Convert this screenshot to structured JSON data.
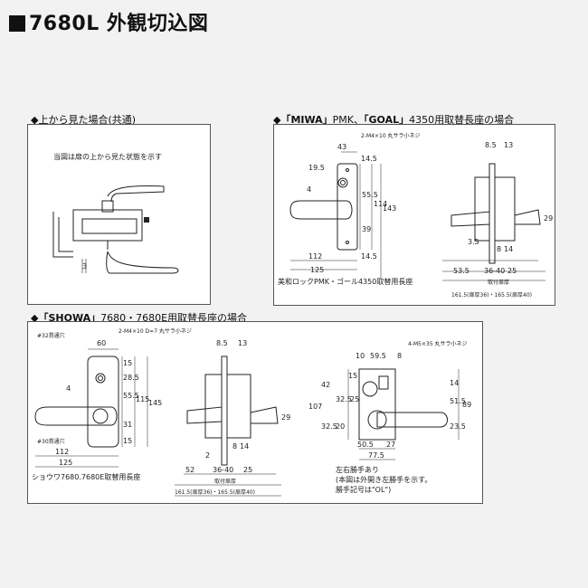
{
  "title": "7680L 外観切込図",
  "sections": {
    "top_view": {
      "caption": "上から見た場合(共通)",
      "note": "当図は扉の上から見た状態を示す",
      "dims": {
        "d3": "3"
      }
    },
    "miwa_goal": {
      "caption_prefix": "「MIWA」",
      "caption_mid": "PMK、",
      "caption_bold2": "「GOAL」",
      "caption_suffix": "4350用取替長座の場合",
      "screw": "2-M4×10 丸サラ小ネジ",
      "dims": {
        "d43": "43",
        "d19_5": "19.5",
        "d14_5a": "14.5",
        "d4": "4",
        "d55_5": "55.5",
        "d114": "114",
        "d143": "143",
        "d39": "39",
        "d14_5b": "14.5",
        "d112": "112",
        "d125": "125",
        "d8_5": "8.5",
        "d13": "13",
        "d29": "29",
        "d3_5": "3.5",
        "d8": "8",
        "d14": "14",
        "d53_5": "53.5",
        "d36_40": "36-40",
        "d25": "25",
        "mount": "取付扉厚",
        "span": "161.5(扉厚36)・165.5(扉厚40)"
      },
      "footer": "美和ロックPMK・ゴール4350取替用長座"
    },
    "showa": {
      "caption_prefix": "「SHOWA」",
      "caption_suffix": "7680・7680E用取替長座の場合",
      "screw": "2-M4×10 D=7 丸サラ小ネジ",
      "hole32": "#32貫通穴",
      "hole30": "#30貫通穴",
      "dims": {
        "d60": "60",
        "d15a": "15",
        "d28_5": "28.5",
        "d4": "4",
        "d55_5": "55.5",
        "d115": "115",
        "d145": "145",
        "d31": "31",
        "d15b": "15",
        "d112": "112",
        "d125": "125",
        "d8_5": "8.5",
        "d13": "13",
        "d29": "29",
        "d2": "2",
        "d8": "8",
        "d14": "14",
        "d52": "52",
        "d36_40": "36-40",
        "d25": "25",
        "mount": "取付扉厚",
        "span": "161.5(扉厚36)・165.5(扉厚40)"
      },
      "footer": "ショウワ7680.7680E取替用長座",
      "right": {
        "screw": "4-M5×35 丸サラ小ネジ",
        "d10": "10",
        "d59_5": "59.5",
        "d8": "8",
        "d15": "15",
        "d42": "42",
        "d32_5a": "32.5",
        "d25": "25",
        "d107": "107",
        "d32_5b": "32.5",
        "d20": "20",
        "d14": "14",
        "d51_5": "51.5",
        "d89": "89",
        "d23_5": "23.5",
        "d50_5": "50.5",
        "d27": "27",
        "d77_5": "77.5"
      },
      "notes": [
        "左右勝手あり",
        "(本図は外開き左勝手を示す。",
        "勝手記号は\"OL\")"
      ]
    }
  }
}
